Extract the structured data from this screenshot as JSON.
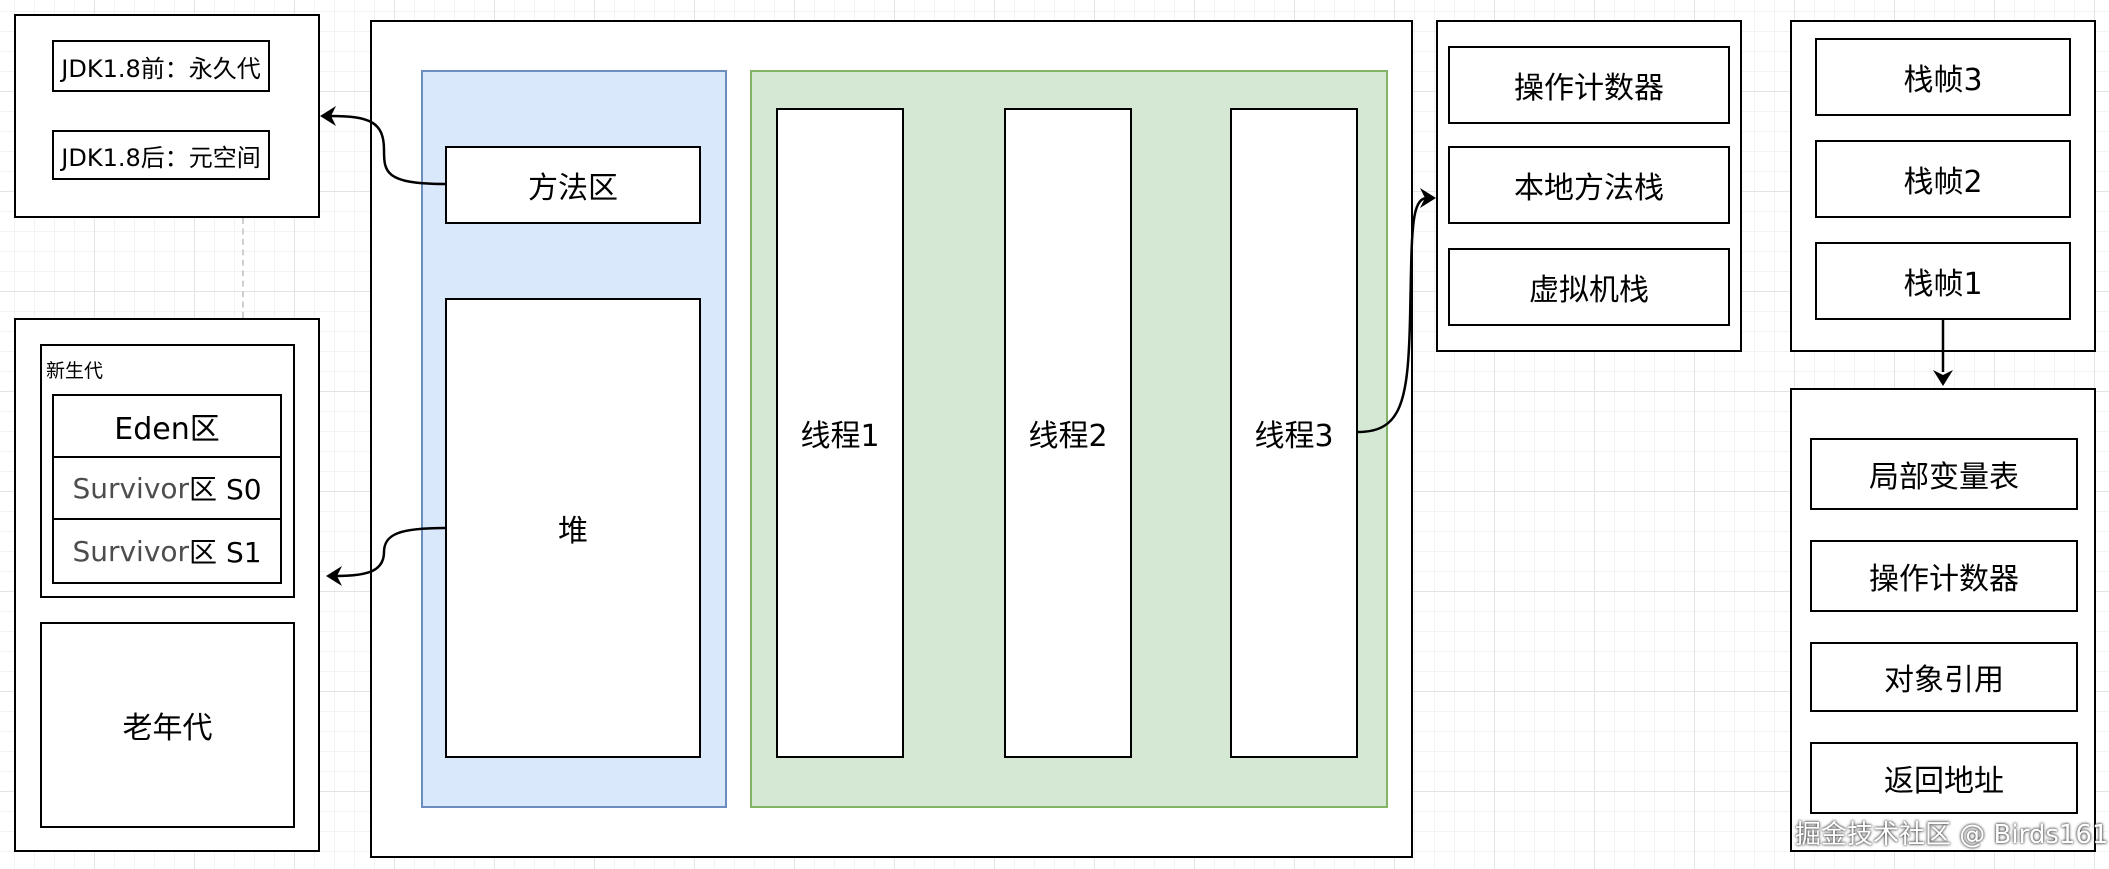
{
  "method_area_versions": {
    "before": "JDK1.8前：永久代",
    "after": "JDK1.8后：元空间"
  },
  "heap_detail": {
    "young_gen_title": "新生代",
    "eden": "Eden区",
    "survivor0_prefix": "Survivor",
    "survivor0_suffix": "区 S0",
    "survivor1_prefix": "Survivor",
    "survivor1_suffix": "区 S1",
    "old_gen": "老年代"
  },
  "runtime_area": {
    "method_area": "方法区",
    "heap": "堆",
    "threads": [
      "线程1",
      "线程2",
      "线程3"
    ]
  },
  "thread_private": {
    "items": [
      "操作计数器",
      "本地方法栈",
      "虚拟机栈"
    ]
  },
  "stack_frames": {
    "items": [
      "栈帧3",
      "栈帧2",
      "栈帧1"
    ]
  },
  "frame_detail": {
    "items": [
      "局部变量表",
      "操作计数器",
      "对象引用",
      "返回地址"
    ]
  },
  "watermark": "掘金技术社区 @ Birds161",
  "colors": {
    "method_heap_fill": "#dae8fc",
    "method_heap_border": "#6c8ebf",
    "threads_fill": "#d5e8d4",
    "threads_border": "#82b366",
    "survivor_text": "#4d4d4d"
  }
}
